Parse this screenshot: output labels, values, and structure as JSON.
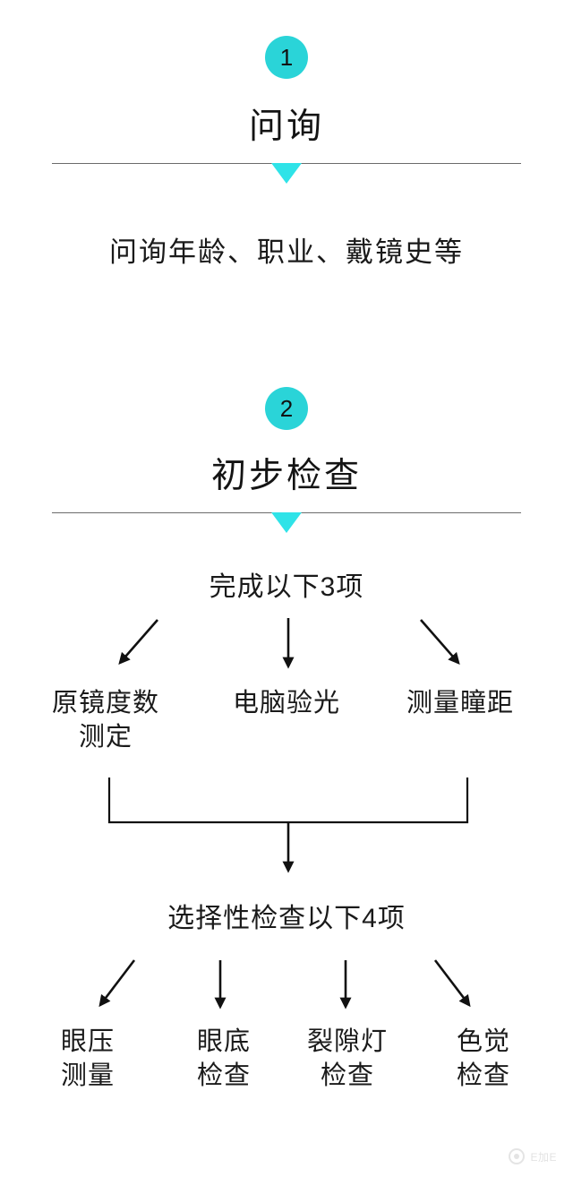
{
  "theme": {
    "accent": "#2ad4d8",
    "caret": "#2fe3e8",
    "text": "#1a1a1a",
    "rule": "#6b6b6b",
    "background": "#ffffff"
  },
  "sections": [
    {
      "badge": "1",
      "title": "问询",
      "body": "问询年龄、职业、戴镜史等"
    },
    {
      "badge": "2",
      "title": "初步检查",
      "sub_head_1": "完成以下3项",
      "items_1": [
        {
          "label": "原镜度数\n测定",
          "arrow": "down-left"
        },
        {
          "label": "电脑验光",
          "arrow": "down"
        },
        {
          "label": "测量瞳距",
          "arrow": "down-right"
        }
      ],
      "sub_head_2": "选择性检查以下4项",
      "items_2": [
        {
          "label": "眼压\n测量",
          "arrow": "down-left"
        },
        {
          "label": "眼底\n检查",
          "arrow": "down"
        },
        {
          "label": "裂隙灯\n检查",
          "arrow": "down"
        },
        {
          "label": "色觉\n检查",
          "arrow": "down-right"
        }
      ]
    }
  ],
  "watermark": {
    "text": "E加E"
  }
}
